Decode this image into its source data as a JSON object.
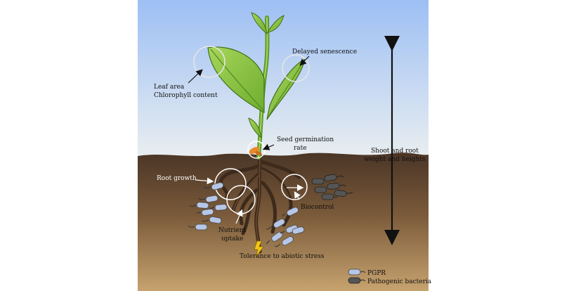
{
  "labels": {
    "leaf_area": "Leaf area",
    "chlorophyll": "Chlorophyll content",
    "delayed_senescence": "Delayed senescence",
    "seed_germination_line1": "Seed germination",
    "seed_germination_line2": "rate",
    "shoot_root_line1": "Shoot and root",
    "shoot_root_line2": "weight and heights",
    "root_growth": "Root growth",
    "biocontrol": "Biocontrol",
    "nutrient_line1": "Nutrient",
    "nutrient_line2": "uptake",
    "tolerance": "Tolerance to abiotic stress"
  },
  "legend": {
    "pgpr": "PGPR",
    "pathogenic": "Pathogenic bacteria"
  },
  "colors": {
    "sky_top": "#9dbff4",
    "sky_bottom": "#e9eef0",
    "soil_top": "#4a3526",
    "soil_bottom": "#c7a36f",
    "leaf": "#8cc63f",
    "leaf_dark": "#5e9a2a",
    "pgpr": "#b7c6e6",
    "pathogen": "#555555",
    "root": "#3d2a1c"
  }
}
